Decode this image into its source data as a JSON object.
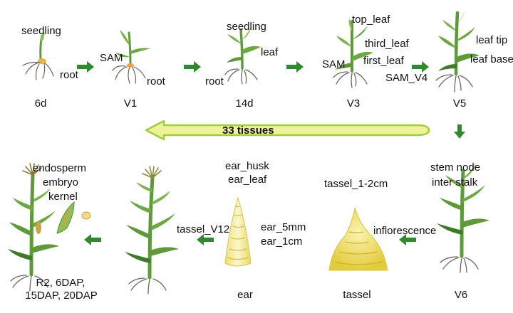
{
  "band_label": "33 tissues",
  "stages": {
    "6d": "6d",
    "v1": "V1",
    "14d": "14d",
    "v3": "V3",
    "v5": "V5",
    "v6": "V6",
    "tassel": "tassel",
    "ear": "ear",
    "r2": [
      "R2, 6DAP,",
      "15DAP, 20DAP"
    ]
  },
  "tissues": {
    "seedling_6d": "seedling",
    "root_6d": "root",
    "sam_v1": "SAM",
    "root_v1": "root",
    "seedling_14d": "seedling",
    "leaf_14d": "leaf",
    "root_14d": "root",
    "top_leaf": "top_leaf",
    "third_leaf": "third_leaf",
    "first_leaf": "first_leaf",
    "sam_v3": "SAM",
    "sam_v4": "SAM_V4",
    "leaf_tip": "leaf tip",
    "leaf_base": "leaf base",
    "stem_node": "stem node",
    "inter_stalk": "inter stalk",
    "inflorescence": "inflorescence",
    "tassel_1_2cm": "tassel_1-2cm",
    "ear_husk": "ear_husk",
    "ear_leaf": "ear_leaf",
    "ear_5mm": "ear_5mm",
    "ear_1cm": "ear_1cm",
    "tassel_v12": "tassel_V12",
    "endosperm": "endosperm",
    "embryo": "embryo",
    "kernel": "kernel"
  },
  "colors": {
    "arrow": "#2f8a2f",
    "band_fill": "#f0f29a",
    "band_stroke": "#9ccf3a",
    "leaf": "#5e9a3a",
    "leaf_dark": "#3f7a2a",
    "root": "#6b6560",
    "tassel_fill": "#efe068",
    "ear_fill": "#f2ea9a"
  },
  "icons": {
    "stage_arrow": "green-right-arrow",
    "plant": "maize-plant-icon",
    "ear": "ear-cone-icon",
    "tassel": "tassel-mound-icon"
  }
}
